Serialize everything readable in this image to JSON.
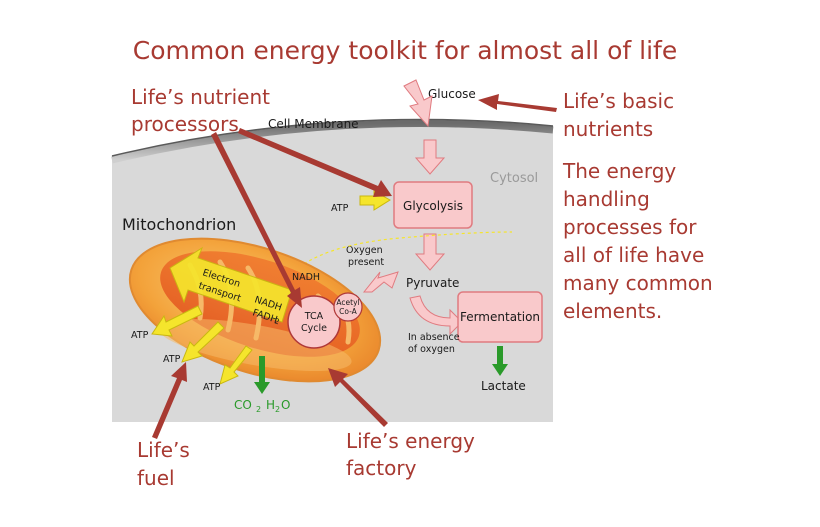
{
  "title": "Common energy toolkit for almost all of life",
  "annotations": {
    "nutrient_processors": [
      "Life’s nutrient",
      "processors"
    ],
    "basic_nutrients": [
      "Life’s basic",
      "nutrients"
    ],
    "energy_handling": [
      "The energy",
      "handling",
      "processes for",
      "all of life have",
      "many common",
      "elements."
    ],
    "fuel": [
      "Life’s",
      "fuel"
    ],
    "energy_factory": [
      "Life’s energy",
      "factory"
    ]
  },
  "labels": {
    "cell_membrane": "Cell Membrane",
    "cytosol": "Cytosol",
    "glucose": "Glucose",
    "glycolysis": "Glycolysis",
    "atp": "ATP",
    "mitochondrion": "Mitochondrion",
    "oxygen_present": [
      "Oxygen",
      "present"
    ],
    "pyruvate": "Pyruvate",
    "nadh": "NADH",
    "electron_transport": [
      "Electron",
      "transport"
    ],
    "nadh_fadh": [
      "NADH",
      "FADH"
    ],
    "fadh_subscript": "2",
    "tca_cycle": [
      "TCA",
      "Cycle"
    ],
    "acetyl_coa": [
      "Acetyl",
      "Co-A"
    ],
    "fermentation": "Fermentation",
    "absence_oxygen": [
      "In absence",
      "of oxygen"
    ],
    "lactate": "Lactate",
    "co2": "CO",
    "co2_subscript": "2",
    "h2o_h": "H",
    "h2o_subscript": "2",
    "h2o_o": "O"
  },
  "colors": {
    "annotation_red": "#a83a32",
    "cytosol_gray": "#d9d9d9",
    "box_pink": "#f9c9cb",
    "box_border": "#e07b80",
    "mito_orange": "#f3a23a",
    "arrow_yellow": "#f5e52c",
    "product_green": "#2a9a2a"
  }
}
